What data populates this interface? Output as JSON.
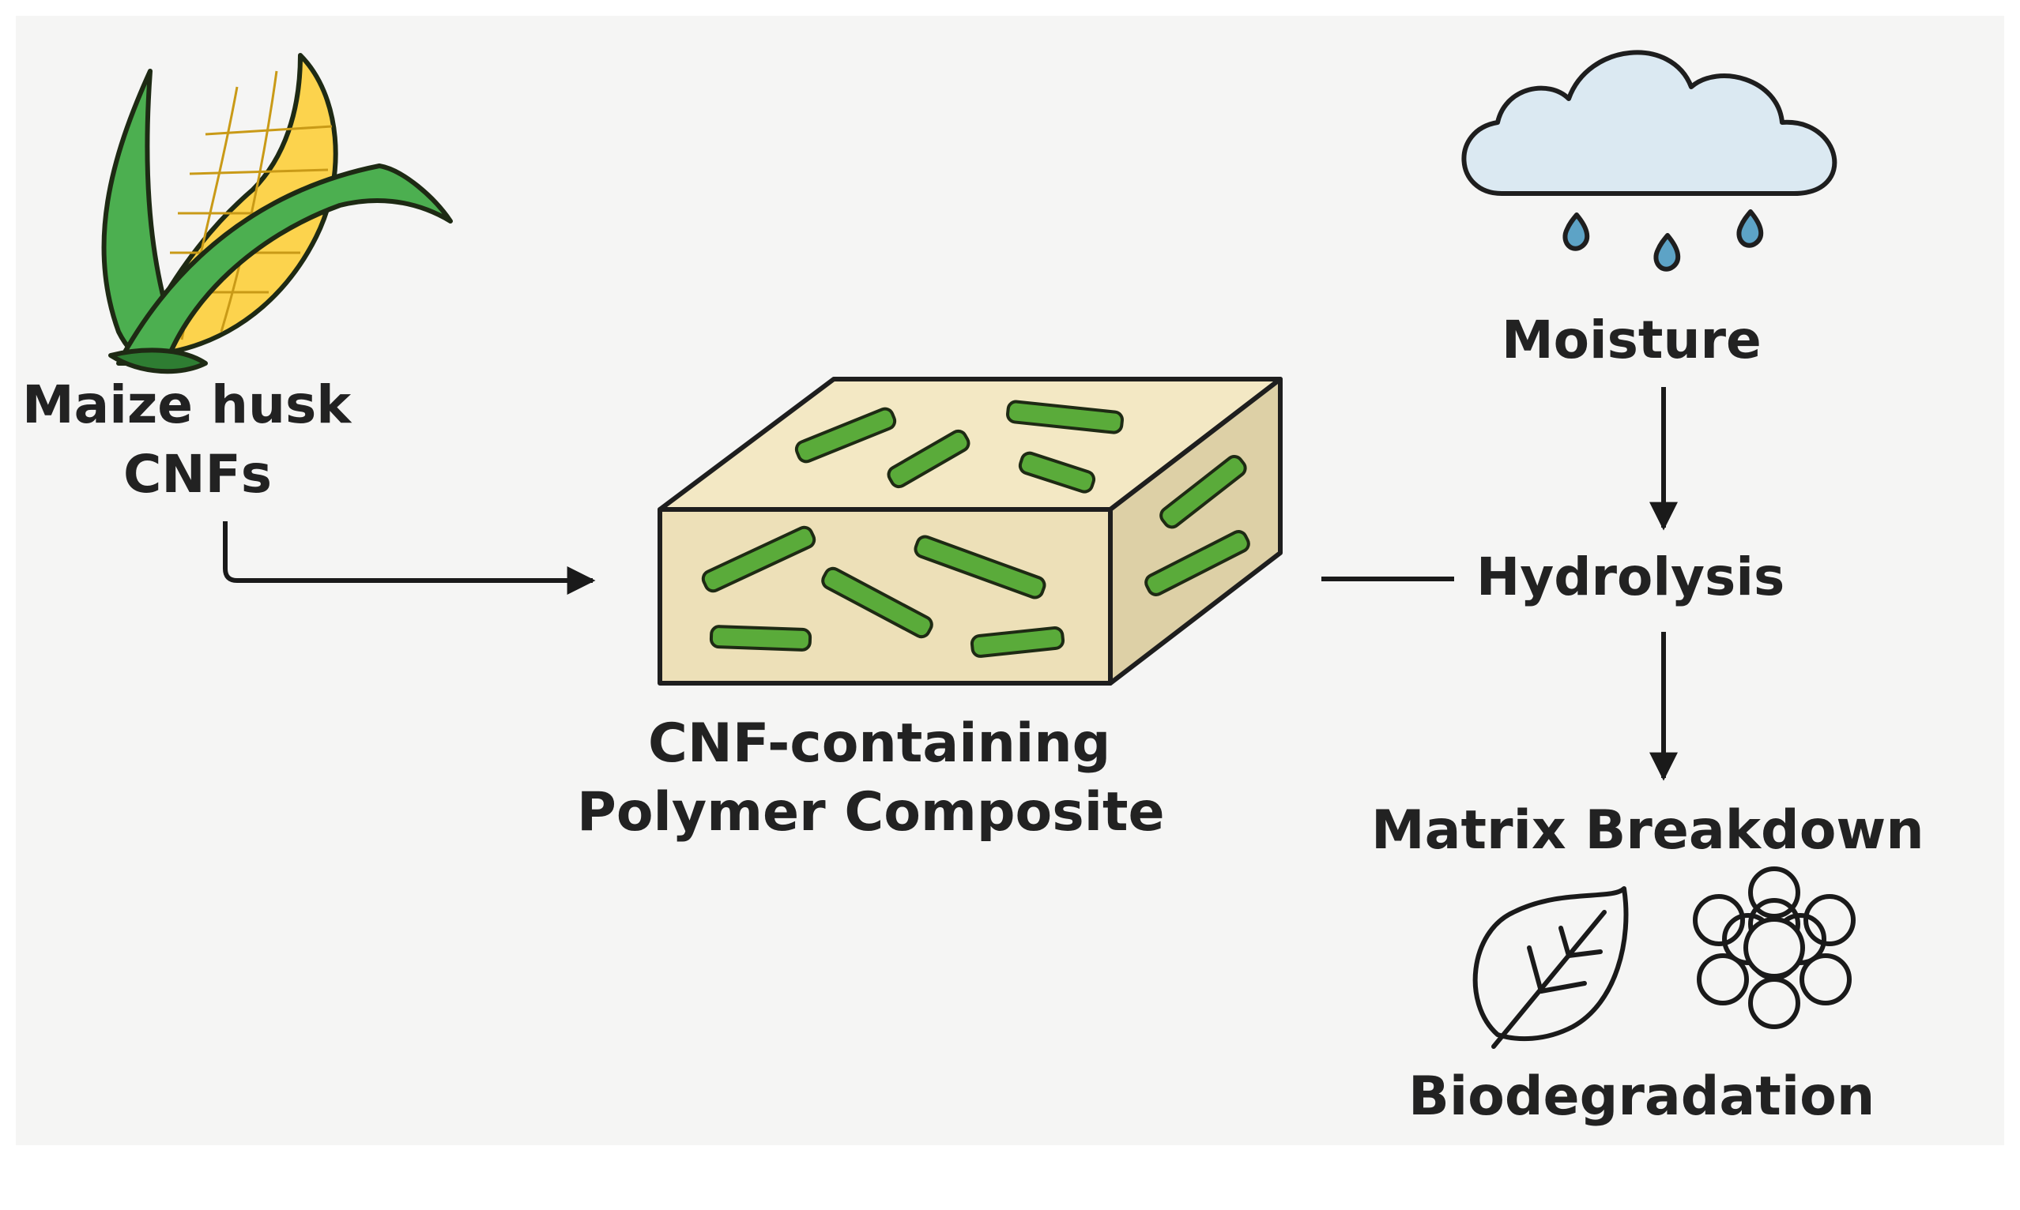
{
  "labels": {
    "maize_line1": "Maize husk",
    "maize_line2": "CNFs",
    "composite_line1": "CNF-containing",
    "composite_line2": "Polymer Composite",
    "moisture": "Moisture",
    "hydrolysis": "Hydrolysis",
    "matrix_breakdown": "Matrix Breakdown",
    "biodegradation": "Biodegradation"
  },
  "icons": {
    "source": "corn-cob-icon",
    "weather": "rain-cloud-icon",
    "nature_1": "leaf-icon",
    "nature_2": "flower-icon"
  },
  "colors": {
    "panel_bg": "#f5f5f4",
    "text": "#222222",
    "arrow": "#1a1a1a",
    "fiber": "#5aab3a",
    "block_top": "#f3e8c4",
    "block_front": "#ede0b8",
    "block_side": "#ddd0a6",
    "corn_kernels": "#fcd34d",
    "husk": "#4caf50",
    "cloud": "#dbe9f2",
    "rain": "#5da3c6"
  }
}
